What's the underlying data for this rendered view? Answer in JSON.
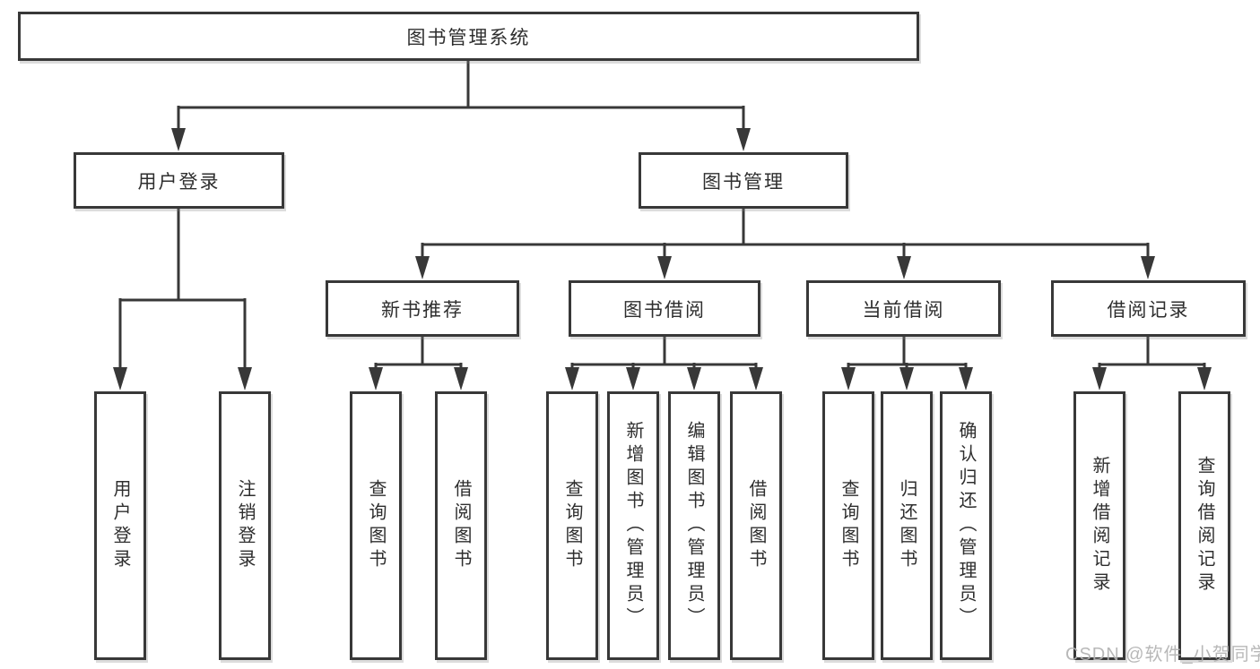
{
  "tree": {
    "label": "图书管理系统",
    "children": [
      {
        "label": "用户登录",
        "children": [
          {
            "label": "用户登录"
          },
          {
            "label": "注销登录"
          }
        ]
      },
      {
        "label": "图书管理",
        "children": [
          {
            "label": "新书推荐",
            "children": [
              {
                "label": "查询图书"
              },
              {
                "label": "借阅图书"
              }
            ]
          },
          {
            "label": "图书借阅",
            "children": [
              {
                "label": "查询图书"
              },
              {
                "label": "新增图书（管理员）"
              },
              {
                "label": "编辑图书（管理员）"
              },
              {
                "label": "借阅图书"
              }
            ]
          },
          {
            "label": "当前借阅",
            "children": [
              {
                "label": "查询图书"
              },
              {
                "label": "归还图书"
              },
              {
                "label": "确认归还（管理员）"
              }
            ]
          },
          {
            "label": "借阅记录",
            "children": [
              {
                "label": "新增借阅记录"
              },
              {
                "label": "查询借阅记录"
              }
            ]
          }
        ]
      }
    ]
  },
  "watermark": {
    "text": "CSDN @软件_小贺同学"
  },
  "colors": {
    "line": "#383838",
    "text": "#2e2e2e",
    "box_background": "#ffffff",
    "watermark": "#b2b2b2",
    "page_background": "#ffffff"
  }
}
